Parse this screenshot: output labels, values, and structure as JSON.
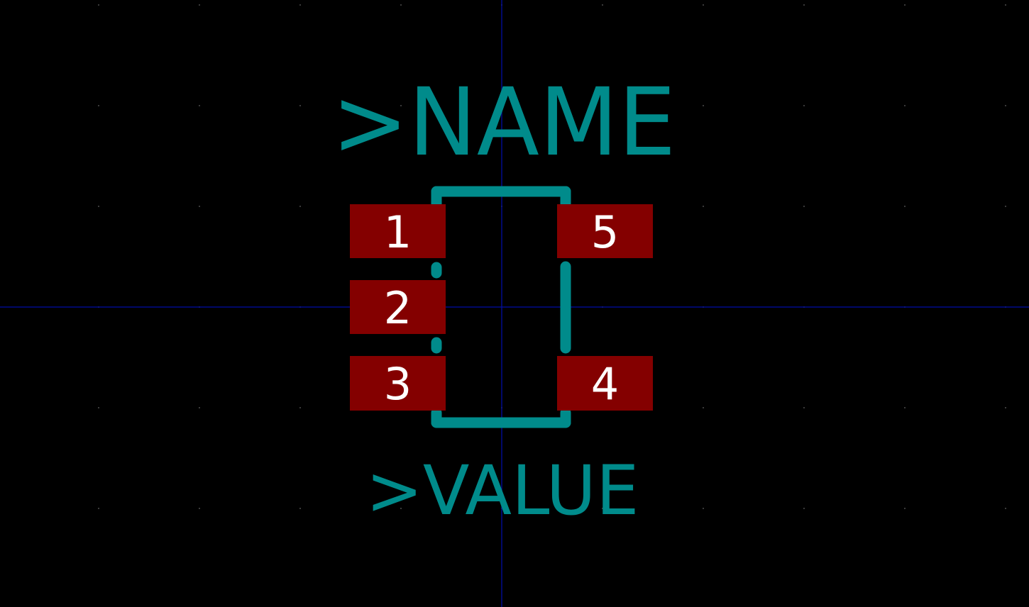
{
  "colors": {
    "background": "#000000",
    "axis": "#000a8c",
    "grid_dot": "#3a3a3a",
    "silkscreen": "#008b8b",
    "pad": "#840000",
    "pad_text": "#ffffff"
  },
  "labels": {
    "name": ">NAME",
    "value": ">VALUE"
  },
  "pads": [
    {
      "number": "1",
      "side": "left",
      "row": 1
    },
    {
      "number": "2",
      "side": "left",
      "row": 2
    },
    {
      "number": "3",
      "side": "left",
      "row": 3
    },
    {
      "number": "5",
      "side": "right",
      "row": 1
    },
    {
      "number": "4",
      "side": "right",
      "row": 3
    }
  ]
}
